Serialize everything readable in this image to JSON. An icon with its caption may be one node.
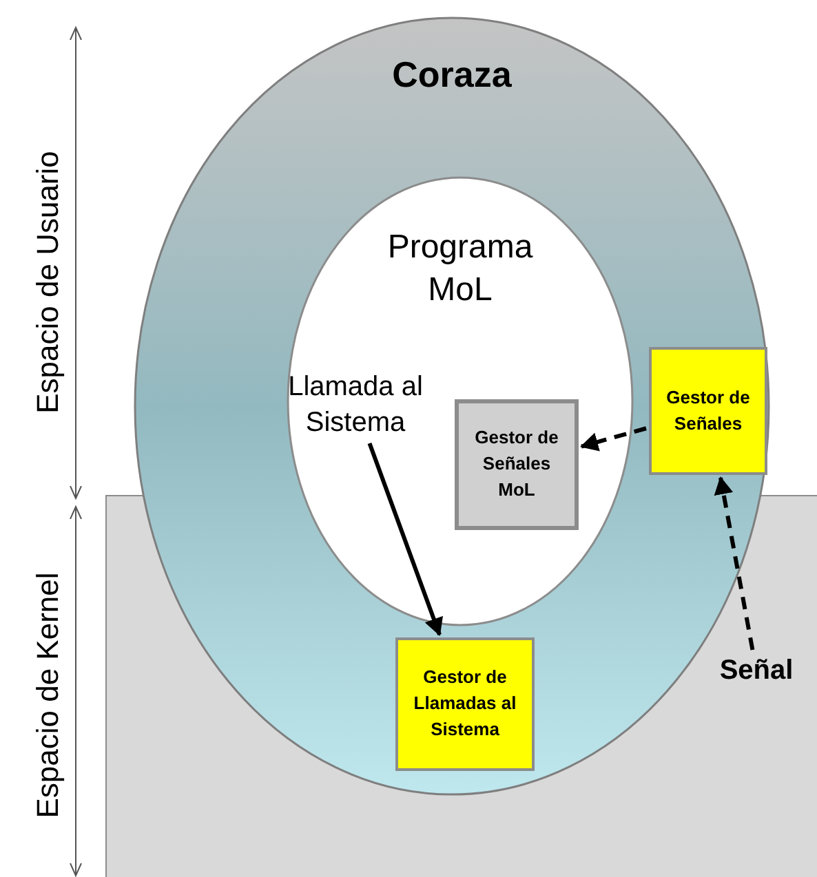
{
  "diagram": {
    "nodes": [
      {
        "text": [
          "Coraza"
        ]
      },
      {
        "text": [
          "Programa MoL"
        ],
        "in": 0
      },
      {
        "text": [
          "Llamada al Sistema"
        ],
        "in": 1
      },
      {
        "text": [
          "Gestor de Señales MoL"
        ],
        "in": 1
      },
      {
        "text": [
          "Gestor de Señales"
        ],
        "in": 0
      },
      {
        "text": [
          "Gestor de Llamadas al Sistema"
        ],
        "in": 0
      },
      {
        "text": [
          "Señal"
        ]
      }
    ],
    "edges": [
      {
        "from": 2,
        "to": 5,
        "arrow": "to"
      },
      {
        "from": 4,
        "to": 3,
        "arrow": "to",
        "style": "dashed"
      },
      {
        "from": 6,
        "to": 4,
        "arrow": "to",
        "style": "dashed"
      }
    ],
    "labels": [
      "Espacio de Usuario",
      "Espacio de Kernel"
    ]
  }
}
